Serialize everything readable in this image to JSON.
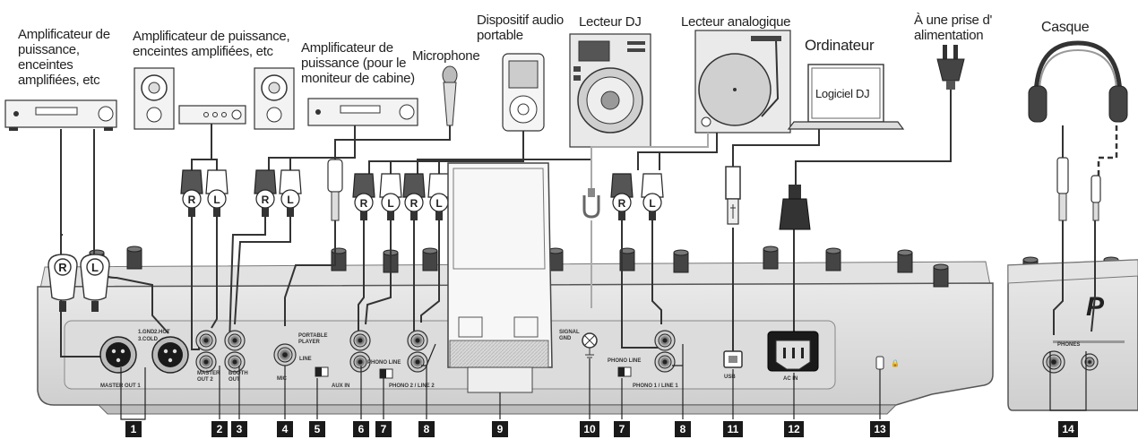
{
  "devices": {
    "amp_speakers_left": "Amplificateur de\npuissance,\nenceintes\namplifiées, etc",
    "amp_speakers_mid": "Amplificateur de puissance,\nenceintes amplifiées, etc",
    "amp_booth": "Amplificateur de\npuissance (pour le\nmoniteur de cabine)",
    "microphone": "Microphone",
    "portable_audio": "Dispositif audio\nportable",
    "dj_player": "Lecteur DJ",
    "analog_player": "Lecteur analogique",
    "computer": "Ordinateur",
    "dj_software": "Logiciel DJ",
    "power_outlet": "À une prise d'\nalimentation",
    "headphones": "Casque"
  },
  "panel": {
    "master_out1": "MASTER OUT 1",
    "master_out2": "MASTER\nOUT 2",
    "booth_out": "BOOTH\nOUT",
    "mic": "MIC",
    "portable_player": "PORTABLE\nPLAYER",
    "aux_in": "AUX IN",
    "line_small": "LINE",
    "phono_line": "PHONO LINE",
    "phono2_line2": "PHONO 2 / LINE 2",
    "phono1_line1": "PHONO 1 / LINE 1",
    "signal_gnd": "SIGNAL\nGND",
    "usb": "USB",
    "ac_in": "AC IN",
    "phones": "PHONES",
    "xlr_hot": "2.HOT",
    "xlr_gnd": "1.GND",
    "xlr_cold": "3.COLD",
    "plug_r": "R",
    "plug_l": "L"
  },
  "callouts": [
    "1",
    "2",
    "3",
    "4",
    "5",
    "6",
    "7",
    "8",
    "9",
    "10",
    "7",
    "8",
    "11",
    "12",
    "13",
    "14"
  ]
}
